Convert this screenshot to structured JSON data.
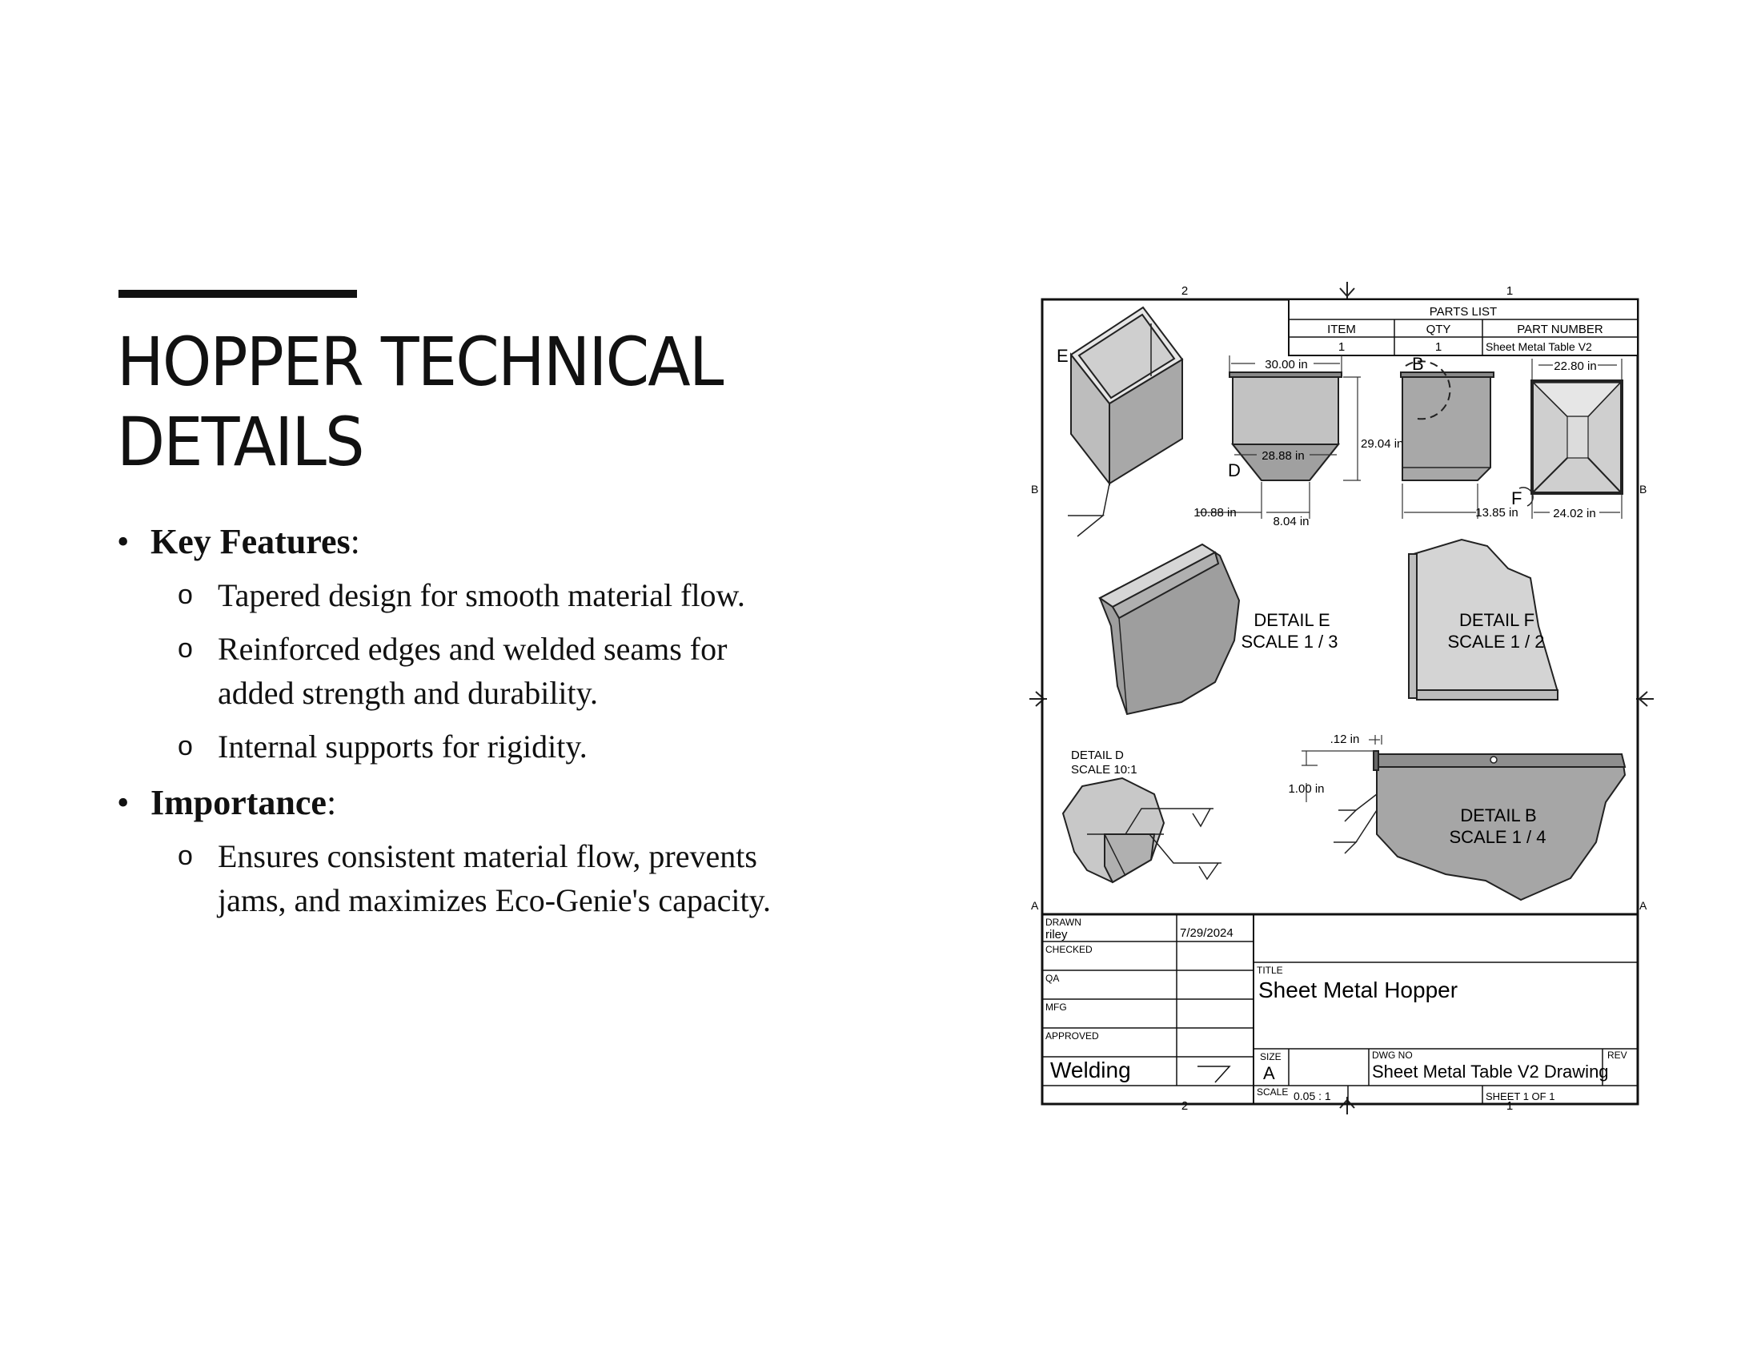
{
  "slide": {
    "title_line1": "HOPPER TECHNICAL",
    "title_line2": "DETAILS",
    "sections": [
      {
        "heading": "Key Features",
        "punct": ":",
        "items": [
          "Tapered design for smooth material flow.",
          "Reinforced edges and welded seams for",
          "added strength and durability.",
          "Internal supports for rigidity."
        ]
      },
      {
        "heading": "Importance",
        "punct": ":",
        "items": [
          "Ensures consistent material flow, prevents",
          "jams, and maximizes Eco-Genie's capacity."
        ]
      }
    ],
    "bullet_glyph": "•",
    "sub_bullet_glyph": "o"
  },
  "drawing": {
    "zone_labels": {
      "top_left": "2",
      "top_right": "1",
      "left_b": "B",
      "right_b": "B",
      "left_a": "A",
      "right_a": "A",
      "bottom_left": "2",
      "bottom_right": "1"
    },
    "parts_list": {
      "title": "PARTS LIST",
      "headers": [
        "ITEM",
        "QTY",
        "PART NUMBER"
      ],
      "row": [
        "1",
        "1",
        "Sheet Metal Table V2"
      ]
    },
    "dims": {
      "top_width": "30.00 in",
      "inner_width": "28.88 in",
      "height": "29.04 in",
      "left_offset": "10.88 in",
      "bottom_width": "8.04 in",
      "side_bottom": "13.85 in",
      "plan_top": "22.80 in",
      "plan_bottom": "24.02 in",
      "thickness": ".12 in",
      "lip": "1.00 in"
    },
    "view_labels": {
      "e": "E",
      "d": "D",
      "b": "B",
      "f": "F"
    },
    "details": {
      "e_line1": "DETAIL  E",
      "e_line2": "SCALE 1 / 3",
      "f_line1": "DETAIL  F",
      "f_line2": "SCALE 1 / 2",
      "d_line1": "DETAIL D",
      "d_line2": "SCALE 10:1",
      "b_line1": "DETAIL  B",
      "b_line2": "SCALE 1 / 4"
    },
    "title_block": {
      "drawn_label": "DRAWN",
      "drawn_by": "riley",
      "drawn_date": "7/29/2024",
      "checked_label": "CHECKED",
      "qa_label": "QA",
      "mfg_label": "MFG",
      "approved_label": "APPROVED",
      "process": "Welding",
      "title_label": "TITLE",
      "title": "Sheet Metal Hopper",
      "size_label": "SIZE",
      "size": "A",
      "dwg_label": "DWG NO",
      "dwg_no": "Sheet Metal Table V2 Drawing",
      "rev_label": "REV",
      "scale_label": "SCALE",
      "scale": "0.05 : 1",
      "sheet": "SHEET 1  OF 1"
    }
  }
}
